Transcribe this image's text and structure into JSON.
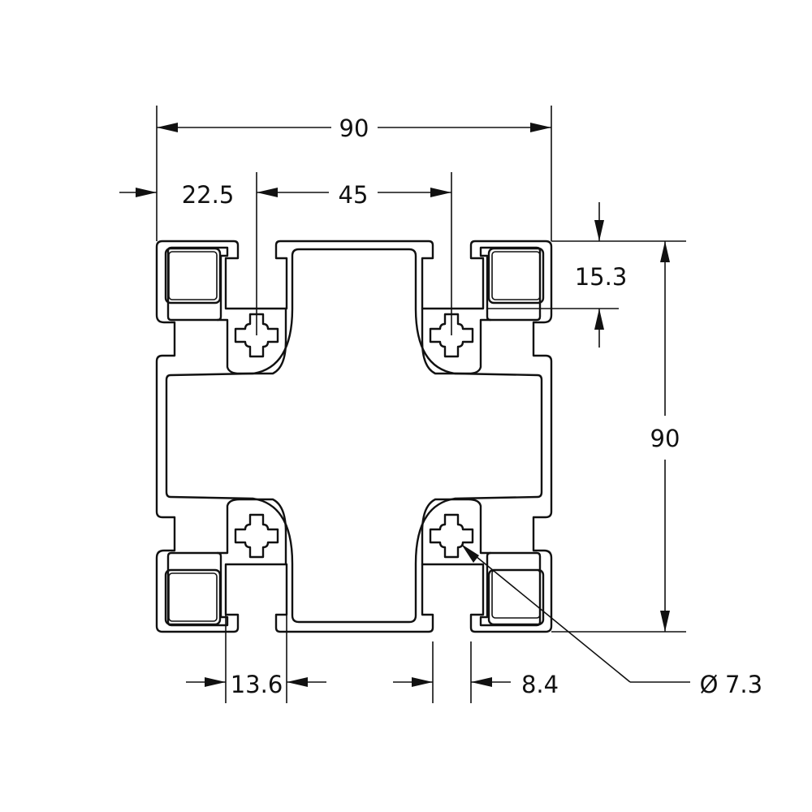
{
  "dimensions": {
    "overall_width": "90",
    "offset": "22.5",
    "slot_pitch": "45",
    "slot_depth": "15.3",
    "overall_height": "90",
    "opening_width": "13.6",
    "slot_width": "8.4",
    "bore_diameter": "7.3"
  },
  "diameter_symbol": "Ø"
}
